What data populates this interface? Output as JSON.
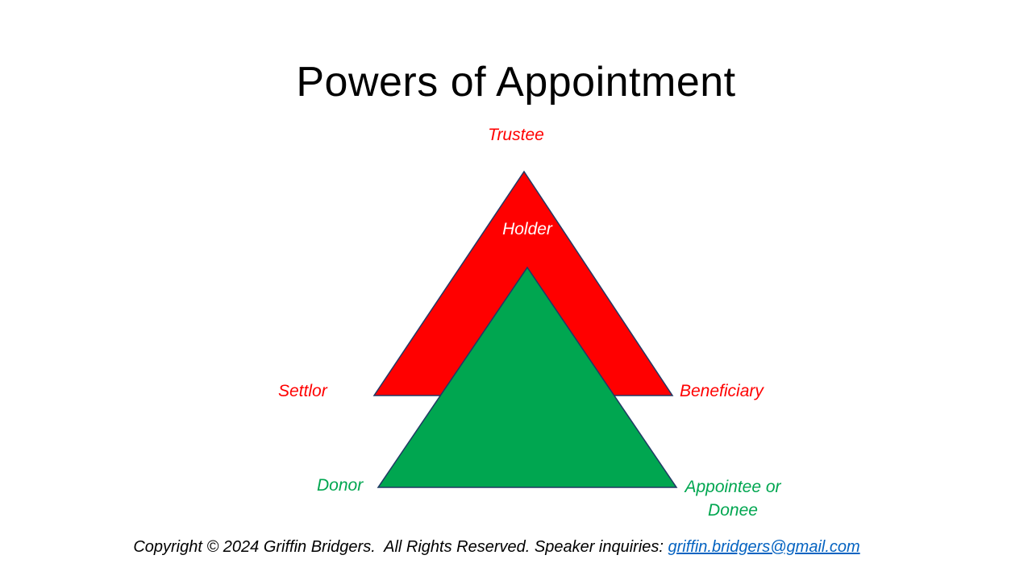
{
  "slide": {
    "title": "Powers of Appointment"
  },
  "diagram": {
    "trust_triangle": {
      "shape": "triangle",
      "fill": "#FF0000",
      "labels": {
        "top": "Trustee",
        "inside": "Holder",
        "left": "Settlor",
        "right": "Beneficiary"
      }
    },
    "power_triangle": {
      "shape": "triangle",
      "fill": "#00A650",
      "labels": {
        "left": "Donor",
        "right_line1": "Appointee or",
        "right_line2": "Donee"
      }
    }
  },
  "footer": {
    "copyright_text": "Copyright © 2024 Griffin Bridgers.  All Rights Reserved. Speaker inquiries: ",
    "email_link": "griffin.bridgers@gmail.com"
  },
  "colors": {
    "triangle_red": "#FF0000",
    "triangle_green": "#00A650",
    "outline_navy": "#203864",
    "label_red": "#FF0000",
    "label_green": "#00A650",
    "holder_white": "#FFFFFF",
    "hyperlink_blue": "#0563C1",
    "text_black": "#000000",
    "background_white": "#FFFFFF"
  }
}
